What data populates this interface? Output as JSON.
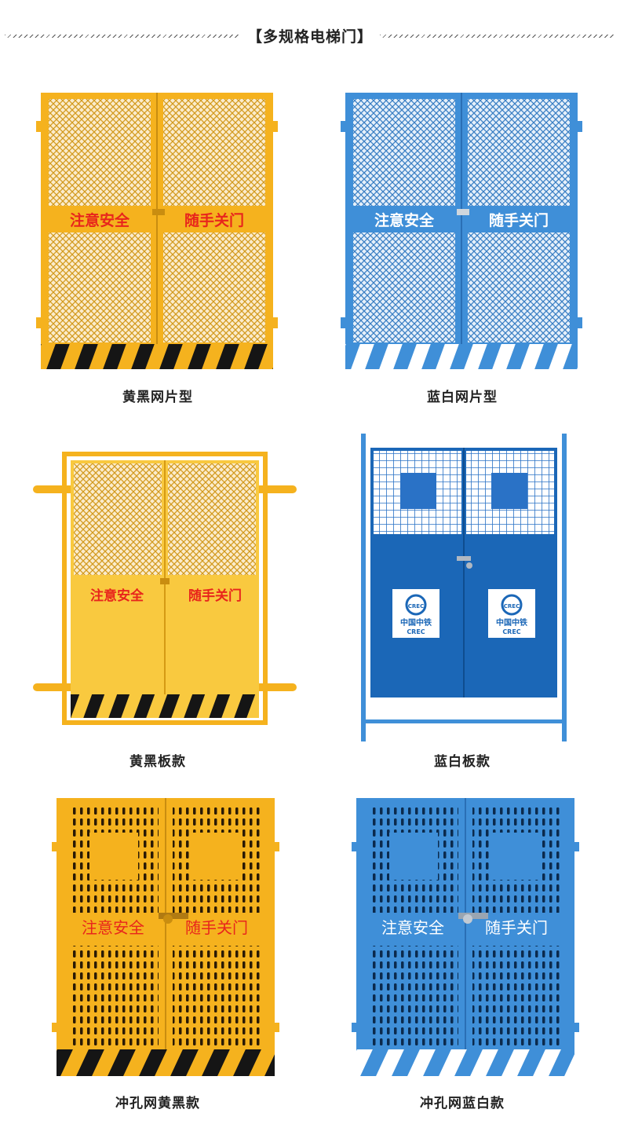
{
  "header": {
    "title": "【多规格电梯门】"
  },
  "products": [
    {
      "caption": "黄黑网片型",
      "sign_left": "注意安全",
      "sign_right": "随手关门"
    },
    {
      "caption": "蓝白网片型",
      "sign_left": "注意安全",
      "sign_right": "随手关门"
    },
    {
      "caption": "黄黑板款",
      "sign_left": "注意安全",
      "sign_right": "随手关门"
    },
    {
      "caption": "蓝白板款",
      "logo_text": "中国中铁",
      "logo_sub": "CREC",
      "logo_mark": "CREC"
    },
    {
      "caption": "冲孔网黄黑款",
      "sign_left": "注意安全",
      "sign_right": "随手关门"
    },
    {
      "caption": "冲孔网蓝白款",
      "sign_left": "注意安全",
      "sign_right": "随手关门"
    }
  ],
  "colors": {
    "yellow": "#f5b21e",
    "yellow_light": "#f9c93f",
    "blue": "#3f8fd8",
    "blue_dark": "#1b67b7",
    "red_text": "#e8251c",
    "black": "#151515",
    "white": "#ffffff"
  }
}
